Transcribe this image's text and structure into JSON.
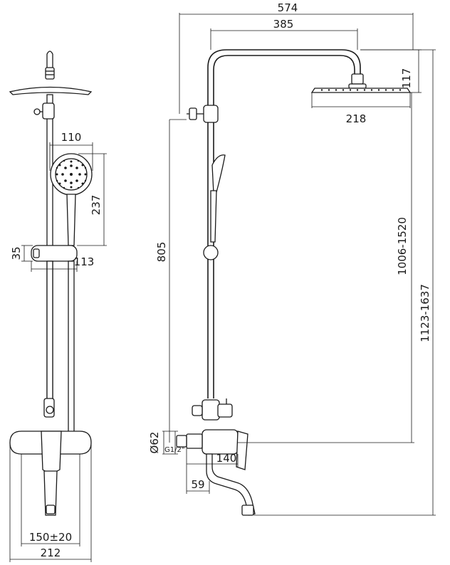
{
  "dimensions": {
    "overall_width": "574",
    "arm_length": "385",
    "head_diameter": "218",
    "head_height": "117",
    "handshower_width": "110",
    "handshower_length": "237",
    "holder_height": "35",
    "holder_width": "113",
    "bar_length": "805",
    "height_range_1": "1006-1520",
    "height_range_2": "1123-1637",
    "inlet_diameter": "Ø62",
    "thread": "G1/2\"",
    "spout_reach": "140",
    "eccentric_offset": "59",
    "center_distance": "150±20",
    "mixer_width": "212"
  }
}
